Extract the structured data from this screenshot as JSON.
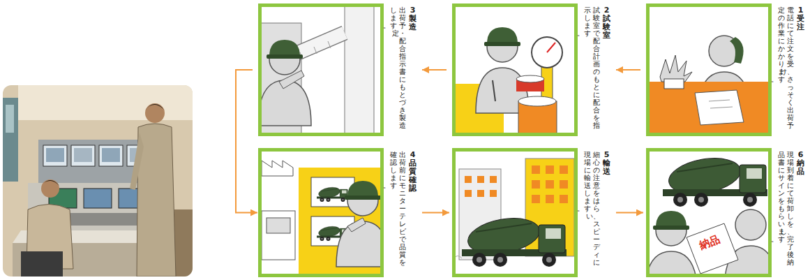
{
  "diagram": {
    "nodes": [
      {
        "text": [
          "1 受注",
          "電話にて注文を受け、さっそく出荷予定の作業にかかります。"
        ]
      },
      {
        "text": [
          "2 試験室",
          "試験室で配合計画のもとに配合を指示します。"
        ]
      },
      {
        "text": [
          "3 製造",
          "出荷予定・配合指示書にもとづき製造します。"
        ]
      },
      {
        "text": [
          "4 品質確認",
          "出荷前にモニターテレビで品質を確認します。"
        ]
      },
      {
        "text": [
          "5 輸送",
          "細心の注意をはらい、スピーディに現場に輸送します。"
        ]
      },
      {
        "text": [
          "6 納品",
          "現場到着にて荷卸しをし、完了後納品書にサインをもらいます。"
        ]
      }
    ],
    "edges": [
      {
        "from": 0,
        "to": 1,
        "arrow": "to"
      },
      {
        "from": 1,
        "to": 2,
        "arrow": "to"
      },
      {
        "from": 2,
        "to": 3,
        "arrow": "to"
      },
      {
        "from": 3,
        "to": 4,
        "arrow": "to"
      },
      {
        "from": 4,
        "to": 5,
        "arrow": "to"
      }
    ],
    "labels": [
      "納品"
    ]
  }
}
